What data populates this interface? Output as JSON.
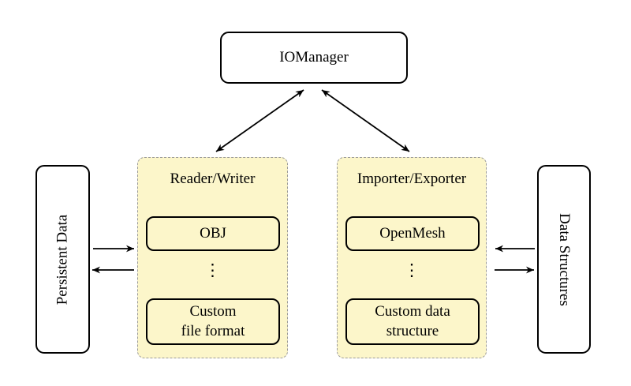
{
  "diagram": {
    "top_node": {
      "label": "IOManager"
    },
    "left_node": {
      "label": "Persistent Data"
    },
    "right_node": {
      "label": "Data Structures"
    },
    "reader_writer_group": {
      "title": "Reader/Writer",
      "items": [
        "OBJ",
        "⋮",
        "Custom\nfile format"
      ]
    },
    "importer_exporter_group": {
      "title": "Importer/Exporter",
      "items": [
        "OpenMesh",
        "⋮",
        "Custom data\nstructure"
      ]
    },
    "colors": {
      "group_fill": "#FCF6CA",
      "group_border": "#9B9B9B",
      "node_fill": "#FFFFFF",
      "node_border": "#000000",
      "arrow": "#000000",
      "background": "#FFFFFF"
    }
  }
}
